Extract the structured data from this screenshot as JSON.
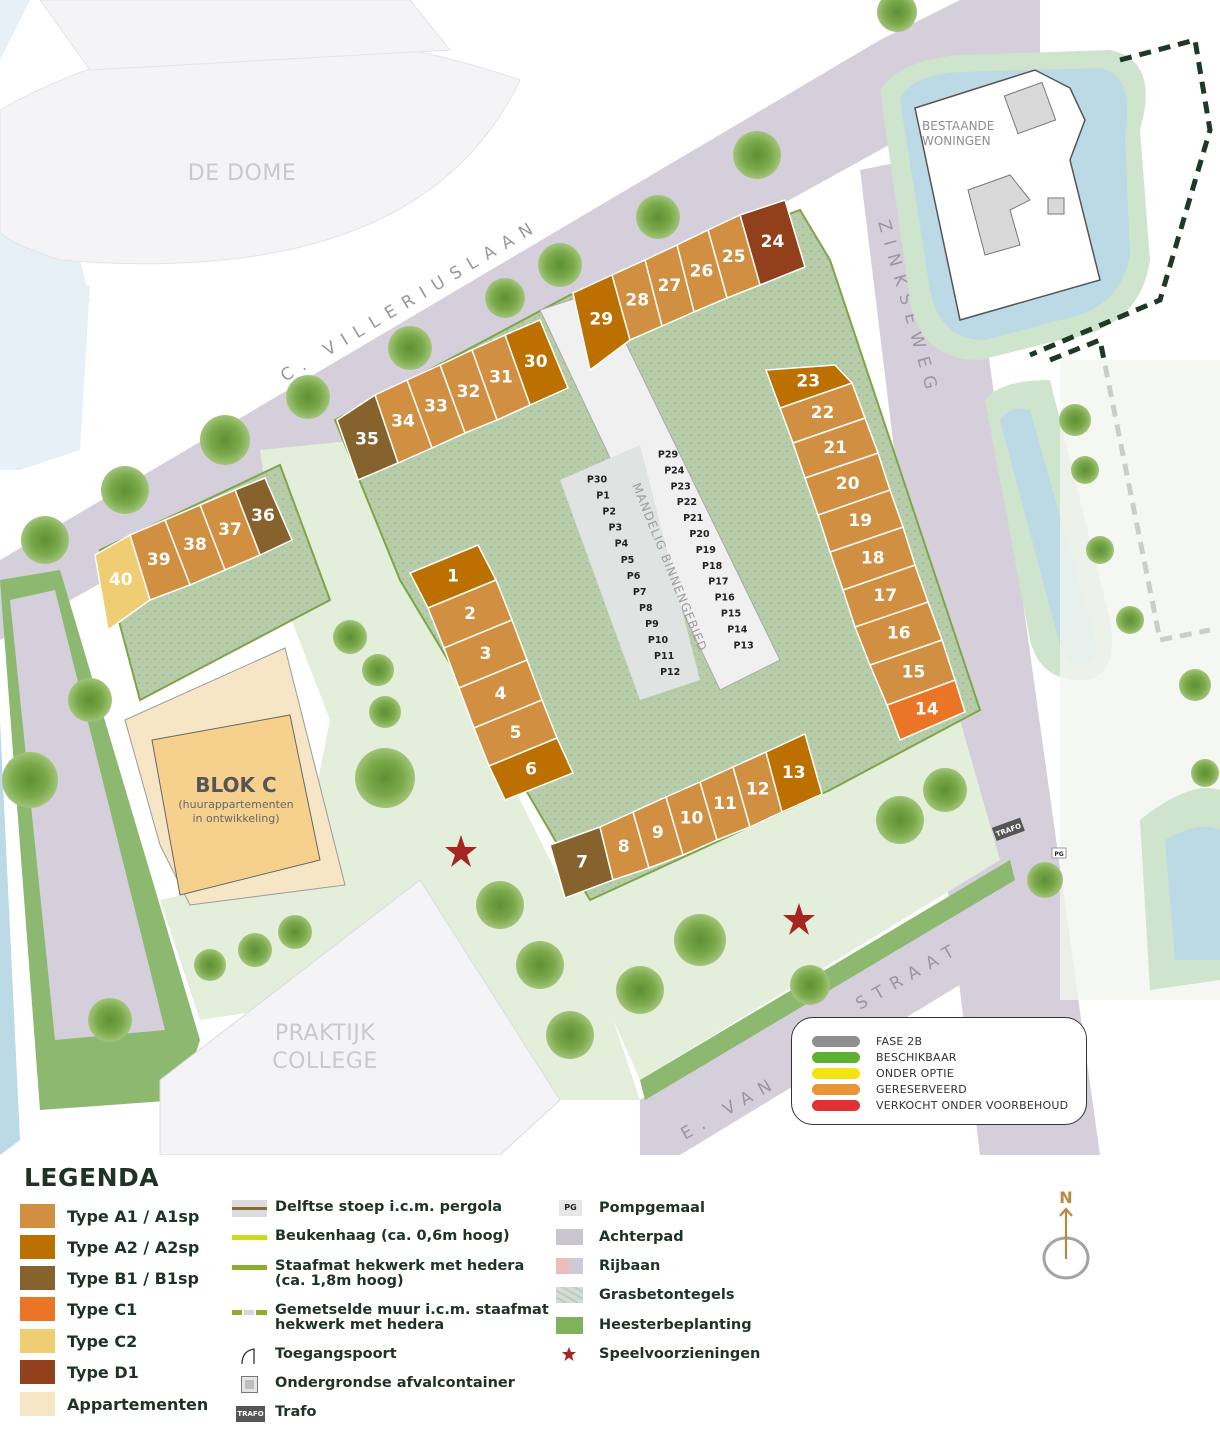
{
  "map": {
    "places": {
      "de_dome": "DE DOME",
      "praktijk_college_1": "PRAKTIJK",
      "praktijk_college_2": "COLLEGE",
      "bestaande_woningen_1": "BESTAANDE",
      "bestaande_woningen_2": "WONINGEN",
      "blok_c_title": "BLOK C",
      "blok_c_sub1": "(huurappartementen",
      "blok_c_sub2": "in ontwikkeling)",
      "trafo": "TRAFO",
      "pg": "PG"
    },
    "streets": {
      "villeriuslaan": "C. VILLERIUSLAAN",
      "zinkseweg": "ZINKSEWEG",
      "bottom_street_end": "STRAAT",
      "bottom_street_start": "E. VAN"
    },
    "courtyard_label": "MANDELIG BINNENGEBIED",
    "type_colors": {
      "A1": "#d08f41",
      "A2": "#bb7000",
      "B1": "#86622c",
      "C1": "#ea7526",
      "C2": "#efcd72",
      "D1": "#91401b",
      "APP": "#f7e6c6"
    },
    "units": [
      {
        "id": "1",
        "type": "A2"
      },
      {
        "id": "2",
        "type": "A1"
      },
      {
        "id": "3",
        "type": "A1"
      },
      {
        "id": "4",
        "type": "A1"
      },
      {
        "id": "5",
        "type": "A1"
      },
      {
        "id": "6",
        "type": "A2"
      },
      {
        "id": "7",
        "type": "B1"
      },
      {
        "id": "8",
        "type": "A1"
      },
      {
        "id": "9",
        "type": "A1"
      },
      {
        "id": "10",
        "type": "A1"
      },
      {
        "id": "11",
        "type": "A1"
      },
      {
        "id": "12",
        "type": "A1"
      },
      {
        "id": "13",
        "type": "A2"
      },
      {
        "id": "14",
        "type": "C1"
      },
      {
        "id": "15",
        "type": "A1"
      },
      {
        "id": "16",
        "type": "A1"
      },
      {
        "id": "17",
        "type": "A1"
      },
      {
        "id": "18",
        "type": "A1"
      },
      {
        "id": "19",
        "type": "A1"
      },
      {
        "id": "20",
        "type": "A1"
      },
      {
        "id": "21",
        "type": "A1"
      },
      {
        "id": "22",
        "type": "A1"
      },
      {
        "id": "23",
        "type": "A2"
      },
      {
        "id": "24",
        "type": "D1"
      },
      {
        "id": "25",
        "type": "A1"
      },
      {
        "id": "26",
        "type": "A1"
      },
      {
        "id": "27",
        "type": "A1"
      },
      {
        "id": "28",
        "type": "A1"
      },
      {
        "id": "29",
        "type": "A2"
      },
      {
        "id": "30",
        "type": "A2"
      },
      {
        "id": "31",
        "type": "A1"
      },
      {
        "id": "32",
        "type": "A1"
      },
      {
        "id": "33",
        "type": "A1"
      },
      {
        "id": "34",
        "type": "A1"
      },
      {
        "id": "35",
        "type": "B1"
      },
      {
        "id": "36",
        "type": "B1"
      },
      {
        "id": "37",
        "type": "A1"
      },
      {
        "id": "38",
        "type": "A1"
      },
      {
        "id": "39",
        "type": "A1"
      },
      {
        "id": "40",
        "type": "C2"
      }
    ],
    "parking_left": [
      "P30",
      "P1",
      "P2",
      "P3",
      "P4",
      "P5",
      "P6",
      "P7",
      "P8",
      "P9",
      "P10",
      "P11",
      "P12"
    ],
    "parking_right": [
      "P29",
      "P24",
      "P23",
      "P22",
      "P21",
      "P20",
      "P19",
      "P18",
      "P17",
      "P16",
      "P15",
      "P14",
      "P13"
    ]
  },
  "status_legend": {
    "items": [
      {
        "label": "FASE 2B",
        "color": "#8f8f8f"
      },
      {
        "label": "BESCHIKBAAR",
        "color": "#5cb032"
      },
      {
        "label": "ONDER OPTIE",
        "color": "#f4e30f"
      },
      {
        "label": "GERESERVEERD",
        "color": "#e99436"
      },
      {
        "label": "VERKOCHT ONDER VOORBEHOUD",
        "color": "#df3232"
      }
    ]
  },
  "legend": {
    "title": "LEGENDA",
    "types": [
      {
        "label": "Type A1 / A1sp",
        "color": "#d08f41"
      },
      {
        "label": "Type A2 / A2sp",
        "color": "#bb7000"
      },
      {
        "label": "Type B1 / B1sp",
        "color": "#86622c"
      },
      {
        "label": "Type C1",
        "color": "#ea7526"
      },
      {
        "label": "Type C2",
        "color": "#efcd72"
      },
      {
        "label": "Type D1",
        "color": "#91401b"
      },
      {
        "label": "Appartementen",
        "color": "#f7e6c6"
      }
    ],
    "lines": [
      {
        "label": "Delftse stoep i.c.m. pergola",
        "icon": "pergola-line-icon"
      },
      {
        "label": "Beukenhaag (ca. 0,6m hoog)",
        "icon": "hedge-line-icon"
      },
      {
        "label": "Staafmat hekwerk met hedera\n(ca. 1,8m hoog)",
        "icon": "fence-line-icon"
      },
      {
        "label": "Gemetselde muur i.c.m. staafmat\nhekwerk met hedera",
        "icon": "wall-fence-line-icon"
      },
      {
        "label": "Toegangspoort",
        "icon": "gate-icon"
      },
      {
        "label": "Ondergrondse afvalcontainer",
        "icon": "waste-container-icon"
      },
      {
        "label": "Trafo",
        "icon": "trafo-icon",
        "badge": "TRAFO"
      }
    ],
    "misc": [
      {
        "label": "Pompgemaal",
        "icon": "pumping-station-icon",
        "badge": "PG"
      },
      {
        "label": "Achterpad",
        "icon": "back-path-icon"
      },
      {
        "label": "Rijbaan",
        "icon": "roadway-icon"
      },
      {
        "label": "Grasbetontegels",
        "icon": "grass-tiles-icon"
      },
      {
        "label": "Heesterbeplanting",
        "icon": "shrubs-icon"
      },
      {
        "label": "Speelvoorzieningen",
        "icon": "playground-star-icon"
      }
    ],
    "compass": {
      "label": "N"
    }
  }
}
